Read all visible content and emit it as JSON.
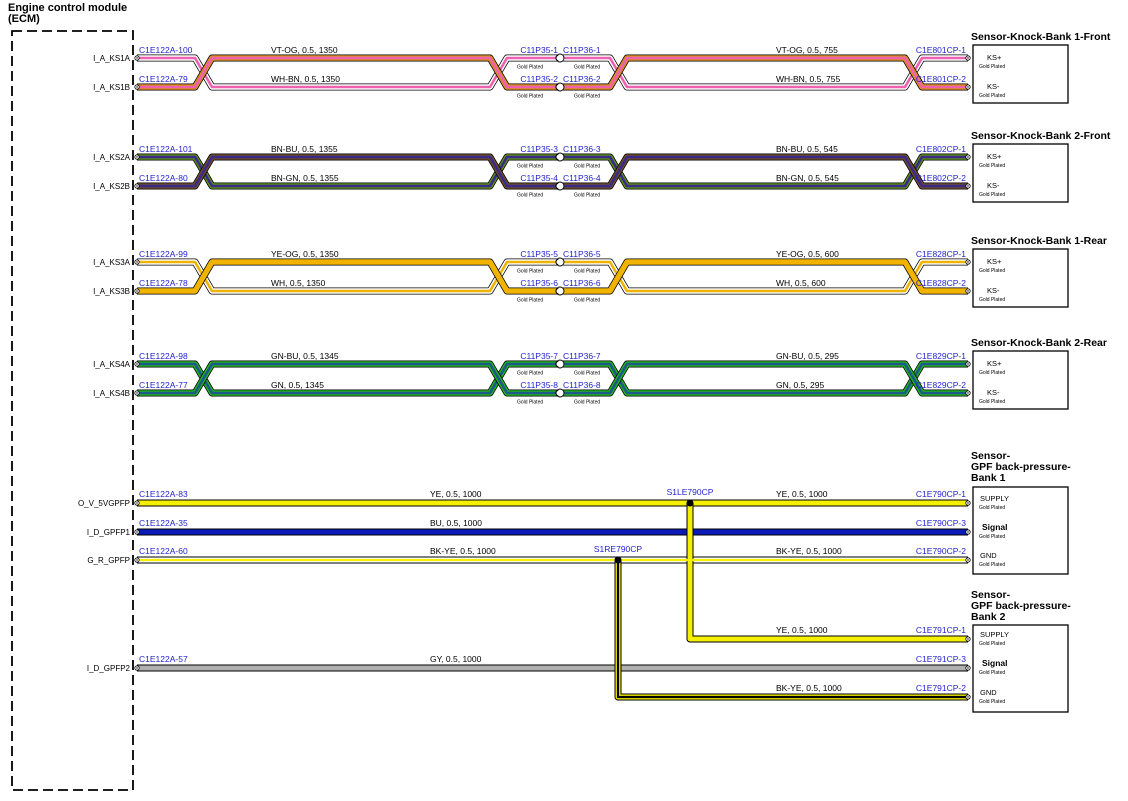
{
  "ecm": {
    "title": "Engine control module (ECM)"
  },
  "labels": {
    "gold": "Gold Plated"
  },
  "knock_groups": [
    {
      "sensor_title": "Sensor-Knock-Bank 1-Front",
      "inner_color": "#f060b0",
      "wires": [
        {
          "ecm_pin": "I_A_KS1A",
          "ecm_conn": "C1E122A-100",
          "wire_left": "WH-BN,  0.5,  1350",
          "mid_left": "C11P35-1",
          "mid_right": "C11P36-1",
          "wire_right": "WH-BN,  0.5,  755",
          "sensor_conn": "C1E801CP-1",
          "sensor_pin": "KS+",
          "outer_color": "#ffffff"
        },
        {
          "ecm_pin": "I_A_KS1B",
          "ecm_conn": "C1E122A-79",
          "wire_left": "VT-OG,  0.5,  1350",
          "mid_left": "C11P35-2",
          "mid_right": "C11P36-2",
          "wire_right": "VT-OG,  0.5,  755",
          "sensor_conn": "C1E801CP-2",
          "sensor_pin": "KS-",
          "outer_color": "#d98c20"
        }
      ]
    },
    {
      "sensor_title": "Sensor-Knock-Bank 2-Front",
      "inner_color": "#3a2a8a",
      "wires": [
        {
          "ecm_pin": "I_A_KS2A",
          "ecm_conn": "C1E122A-101",
          "wire_left": "BN-GN,  0.5,  1355",
          "mid_left": "C11P35-3",
          "mid_right": "C11P36-3",
          "wire_right": "BN-GN,  0.5,  545",
          "sensor_conn": "C1E802CP-1",
          "sensor_pin": "KS+",
          "outer_color": "#5a8a1a"
        },
        {
          "ecm_pin": "I_A_KS2B",
          "ecm_conn": "C1E122A-80",
          "wire_left": "BN-BU,  0.5,  1355",
          "mid_left": "C11P35-4",
          "mid_right": "C11P36-4",
          "wire_right": "BN-BU,  0.5,  545",
          "sensor_conn": "C1E802CP-2",
          "sensor_pin": "KS-",
          "outer_color": "#6b4a2a"
        }
      ]
    },
    {
      "sensor_title": "Sensor-Knock-Bank 1-Rear",
      "inner_color": "#f0b400",
      "wires": [
        {
          "ecm_pin": "I_A_KS3A",
          "ecm_conn": "C1E122A-99",
          "wire_left": "WH,  0.5,  1350",
          "mid_left": "C11P35-5",
          "mid_right": "C11P36-5",
          "wire_right": "WH,  0.5,  600",
          "sensor_conn": "C1E828CP-1",
          "sensor_pin": "KS+",
          "outer_color": "#ffffff"
        },
        {
          "ecm_pin": "I_A_KS3B",
          "ecm_conn": "C1E122A-78",
          "wire_left": "YE-OG,  0.5,  1350",
          "mid_left": "C11P35-6",
          "mid_right": "C11P36-6",
          "wire_right": "YE-OG,  0.5,  600",
          "sensor_conn": "C1E828CP-2",
          "sensor_pin": "KS-",
          "outer_color": "#f0b400"
        }
      ]
    },
    {
      "sensor_title": "Sensor-Knock-Bank 2-Rear",
      "inner_color": "#1c5a8a",
      "wires": [
        {
          "ecm_pin": "I_A_KS4A",
          "ecm_conn": "C1E122A-98",
          "wire_left": "GN,  0.5,  1345",
          "mid_left": "C11P35-7",
          "mid_right": "C11P36-7",
          "wire_right": "GN,  0.5,  295",
          "sensor_conn": "C1E829CP-1",
          "sensor_pin": "KS+",
          "outer_color": "#22b022"
        },
        {
          "ecm_pin": "I_A_KS4B",
          "ecm_conn": "C1E122A-77",
          "wire_left": "GN-BU,  0.5,  1345",
          "mid_left": "C11P35-8",
          "mid_right": "C11P36-8",
          "wire_right": "GN-BU,  0.5,  295",
          "sensor_conn": "C1E829CP-2",
          "sensor_pin": "KS-",
          "outer_color": "#22b022"
        }
      ]
    }
  ],
  "gpf": {
    "sensor1": {
      "title_lines": [
        "Sensor-",
        "GPF back-pressure-",
        "Bank 1"
      ]
    },
    "sensor2": {
      "title_lines": [
        "Sensor-",
        "GPF back-pressure-",
        "Bank 2"
      ]
    },
    "wires": [
      {
        "ecm_pin": "O_V_5VGPFP",
        "ecm_conn": "C1E122A-83",
        "wire_left": "YE,  0.5,  1000",
        "splice": "S1LE790CP",
        "wire_right": "YE,  0.5,  1000",
        "sensor_conn": "C1E790CP-1",
        "sensor_pin": "SUPPLY",
        "color": "#f5f000",
        "branch": {
          "wire": "YE,  0.5,  1000",
          "sensor_conn": "C1E791CP-1",
          "sensor_pin": "SUPPLY"
        }
      },
      {
        "ecm_pin": "I_D_GPFP1",
        "ecm_conn": "C1E122A-35",
        "wire_left": "BU,  0.5,  1000",
        "sensor_conn": "C1E790CP-3",
        "sensor_pin": "Signal",
        "color": "#0a1ab8"
      },
      {
        "ecm_pin": "G_R_GPFP",
        "ecm_conn": "C1E122A-60",
        "wire_left": "BK-YE,  0.5,  1000",
        "splice": "S1RE790CP",
        "wire_right": "BK-YE,  0.5,  1000",
        "sensor_conn": "C1E790CP-2",
        "sensor_pin": "GND",
        "color": "#000000",
        "branch": {
          "wire": "BK-YE,  0.5,  1000",
          "sensor_conn": "C1E791CP-2",
          "sensor_pin": "GND"
        }
      },
      {
        "ecm_pin": "I_D_GPFP2",
        "ecm_conn": "C1E122A-57",
        "wire_left": "GY,  0.5,  1000",
        "sensor_conn": "C1E791CP-3",
        "sensor_pin": "Signal",
        "color": "#b0b0b0"
      }
    ]
  }
}
